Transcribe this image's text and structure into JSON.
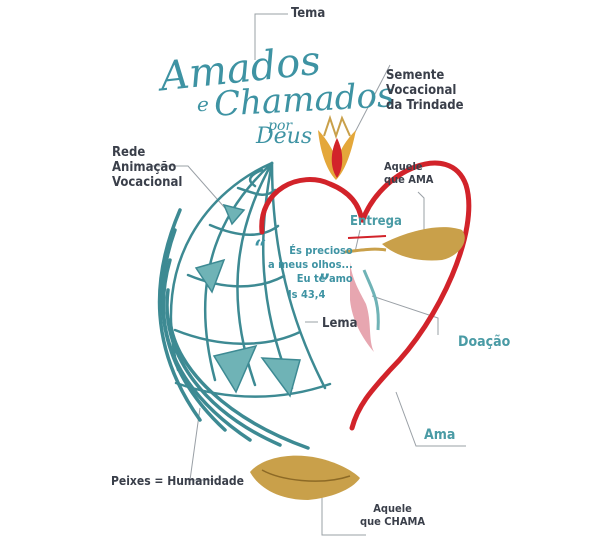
{
  "title": {
    "line1": "Amados",
    "connector": "e",
    "line2": "Chamados",
    "line3": "por",
    "line4": "Deus"
  },
  "labels": {
    "tema": "Tema",
    "semente": [
      "Semente",
      "Vocacional",
      "da Trindade"
    ],
    "rede": [
      "Rede",
      "Animação",
      "Vocacional"
    ],
    "aquele_ama": [
      "Aquele",
      "que AMA"
    ],
    "entrega": "Entrega",
    "lema": "Lema",
    "doacao": "Doação",
    "ama": "Ama",
    "peixes": "Peixes = Humanidade",
    "aquele_chama": [
      "Aquele",
      "que CHAMA"
    ]
  },
  "quote": {
    "lines": [
      "És precioso",
      "a meus olhos...",
      "Eu te amo"
    ],
    "reference": "Is 43,4"
  },
  "colors": {
    "heart": "#d2232a",
    "teal": "#3d8a93",
    "gold": "#c9a04a",
    "text": "#3a3f4a"
  }
}
